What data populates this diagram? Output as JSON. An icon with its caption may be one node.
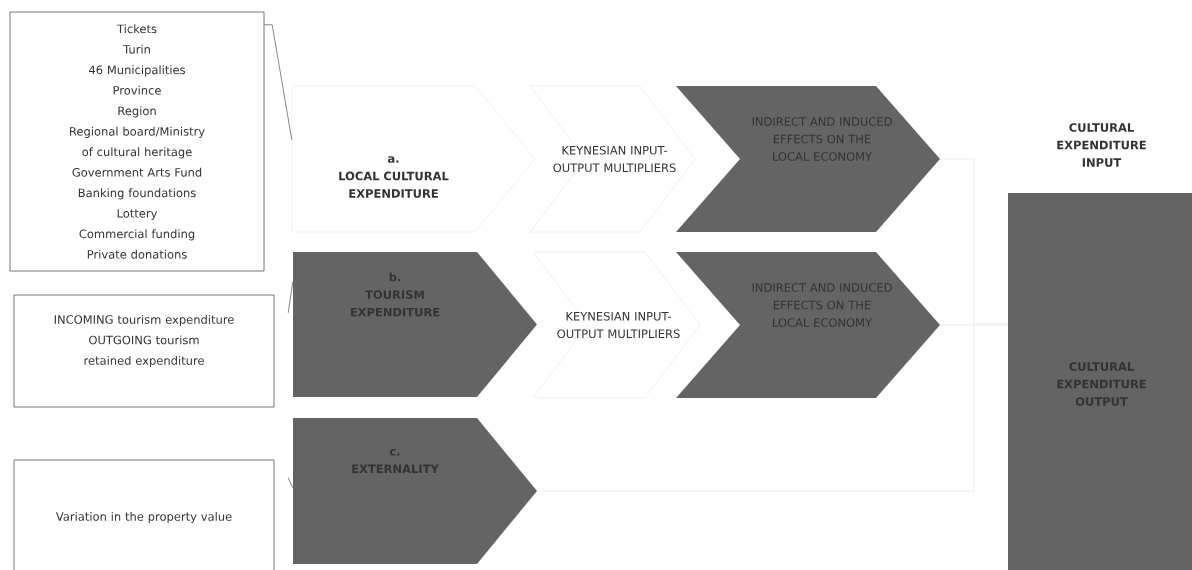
{
  "diagram": {
    "nodes": [
      {
        "text": [
          "Tickets",
          "Turin",
          "46 Municipalities",
          "Province",
          "Region",
          "Regional board/Ministry of cultural heritage",
          "Government Arts Fund",
          "Banking foundations",
          "Lottery",
          "Commercial funding",
          "Private donations"
        ]
      },
      {
        "text": [
          "a.",
          "LOCAL CULTURAL EXPENDITURE"
        ]
      },
      {
        "text": [
          "KEYNESIAN INPUT-OUTPUT MULTIPLIERS"
        ]
      },
      {
        "text": [
          "INDIRECT AND INDUCED EFFECTS ON THE LOCAL ECONOMY"
        ]
      },
      {
        "text": [
          "INCOMING tourism expenditure",
          "OUTGOING tourism retained expenditure"
        ]
      },
      {
        "text": [
          "b.",
          "TOURISM EXPENDITURE"
        ]
      },
      {
        "text": [
          "KEYNESIAN INPUT-OUTPUT MULTIPLIERS"
        ]
      },
      {
        "text": [
          "INDIRECT AND INDUCED EFFECTS ON THE LOCAL ECONOMY"
        ]
      },
      {
        "text": [
          "Variation in the property value"
        ]
      },
      {
        "text": [
          "c.",
          "EXTERNALITY"
        ]
      },
      {
        "text": [
          "CULTURAL EXPENDITURE INPUT",
          "CULTURAL EXPENDITURE OUTPUT"
        ]
      }
    ],
    "edges": [
      {
        "from": 0,
        "to": 1,
        "arrow": "none"
      },
      {
        "from": 4,
        "to": 5,
        "arrow": "none"
      },
      {
        "from": 8,
        "to": 9,
        "arrow": "none"
      },
      {
        "from": 3,
        "to": 10,
        "arrow": "none",
        "color": "#eeeeee"
      },
      {
        "from": 7,
        "to": 10,
        "arrow": "none",
        "color": "#eeeeee"
      },
      {
        "from": 9,
        "to": 10,
        "arrow": "none",
        "color": "#eeeeee"
      }
    ]
  }
}
